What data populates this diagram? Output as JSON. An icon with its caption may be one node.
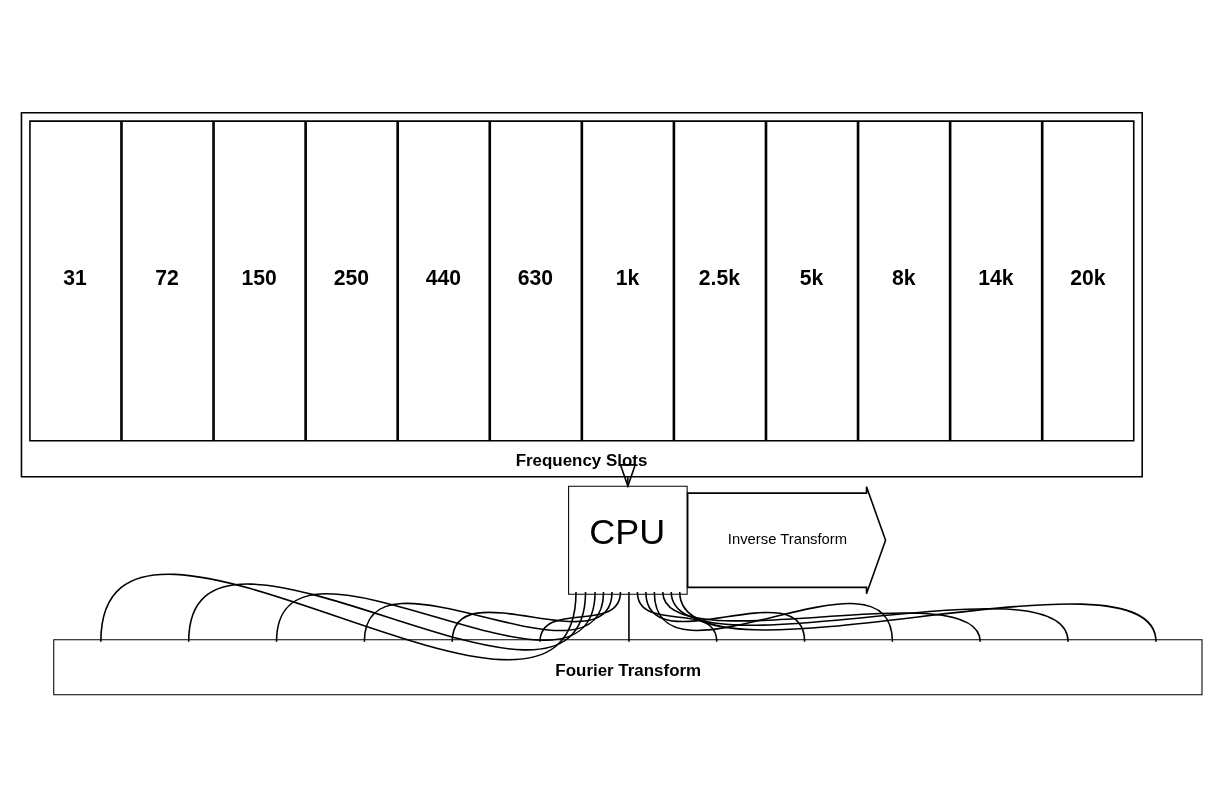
{
  "diagram": {
    "nodes": [
      {
        "text": [
          "Frequency Slots"
        ]
      },
      {
        "text": [
          "31"
        ],
        "in": 0
      },
      {
        "text": [
          "72"
        ],
        "in": 0
      },
      {
        "text": [
          "150"
        ],
        "in": 0
      },
      {
        "text": [
          "250"
        ],
        "in": 0
      },
      {
        "text": [
          "440"
        ],
        "in": 0
      },
      {
        "text": [
          "630"
        ],
        "in": 0
      },
      {
        "text": [
          "1k"
        ],
        "in": 0
      },
      {
        "text": [
          "2.5k"
        ],
        "in": 0
      },
      {
        "text": [
          "5k"
        ],
        "in": 0
      },
      {
        "text": [
          "8k"
        ],
        "in": 0
      },
      {
        "text": [
          "14k"
        ],
        "in": 0
      },
      {
        "text": [
          "20k"
        ],
        "in": 0
      },
      {
        "text": [
          "CPU"
        ]
      },
      {
        "text": [
          "Inverse Transform"
        ]
      },
      {
        "text": [
          "Fourier Transform"
        ]
      }
    ],
    "edges": [
      {
        "from": 0,
        "to": 13,
        "arrow": "to"
      },
      {
        "from": 13,
        "to": 15,
        "arrow": "none"
      },
      {
        "from": 13,
        "to": 15,
        "arrow": "none"
      },
      {
        "from": 13,
        "to": 15,
        "arrow": "none"
      },
      {
        "from": 13,
        "to": 15,
        "arrow": "none"
      },
      {
        "from": 13,
        "to": 15,
        "arrow": "none"
      },
      {
        "from": 13,
        "to": 15,
        "arrow": "none"
      },
      {
        "from": 13,
        "to": 15,
        "arrow": "none"
      },
      {
        "from": 13,
        "to": 15,
        "arrow": "none"
      },
      {
        "from": 13,
        "to": 15,
        "arrow": "none"
      },
      {
        "from": 13,
        "to": 15,
        "arrow": "none"
      },
      {
        "from": 13,
        "to": 15,
        "arrow": "none"
      },
      {
        "from": 13,
        "to": 15,
        "arrow": "none"
      },
      {
        "from": 13,
        "to": 15,
        "arrow": "none"
      }
    ]
  }
}
